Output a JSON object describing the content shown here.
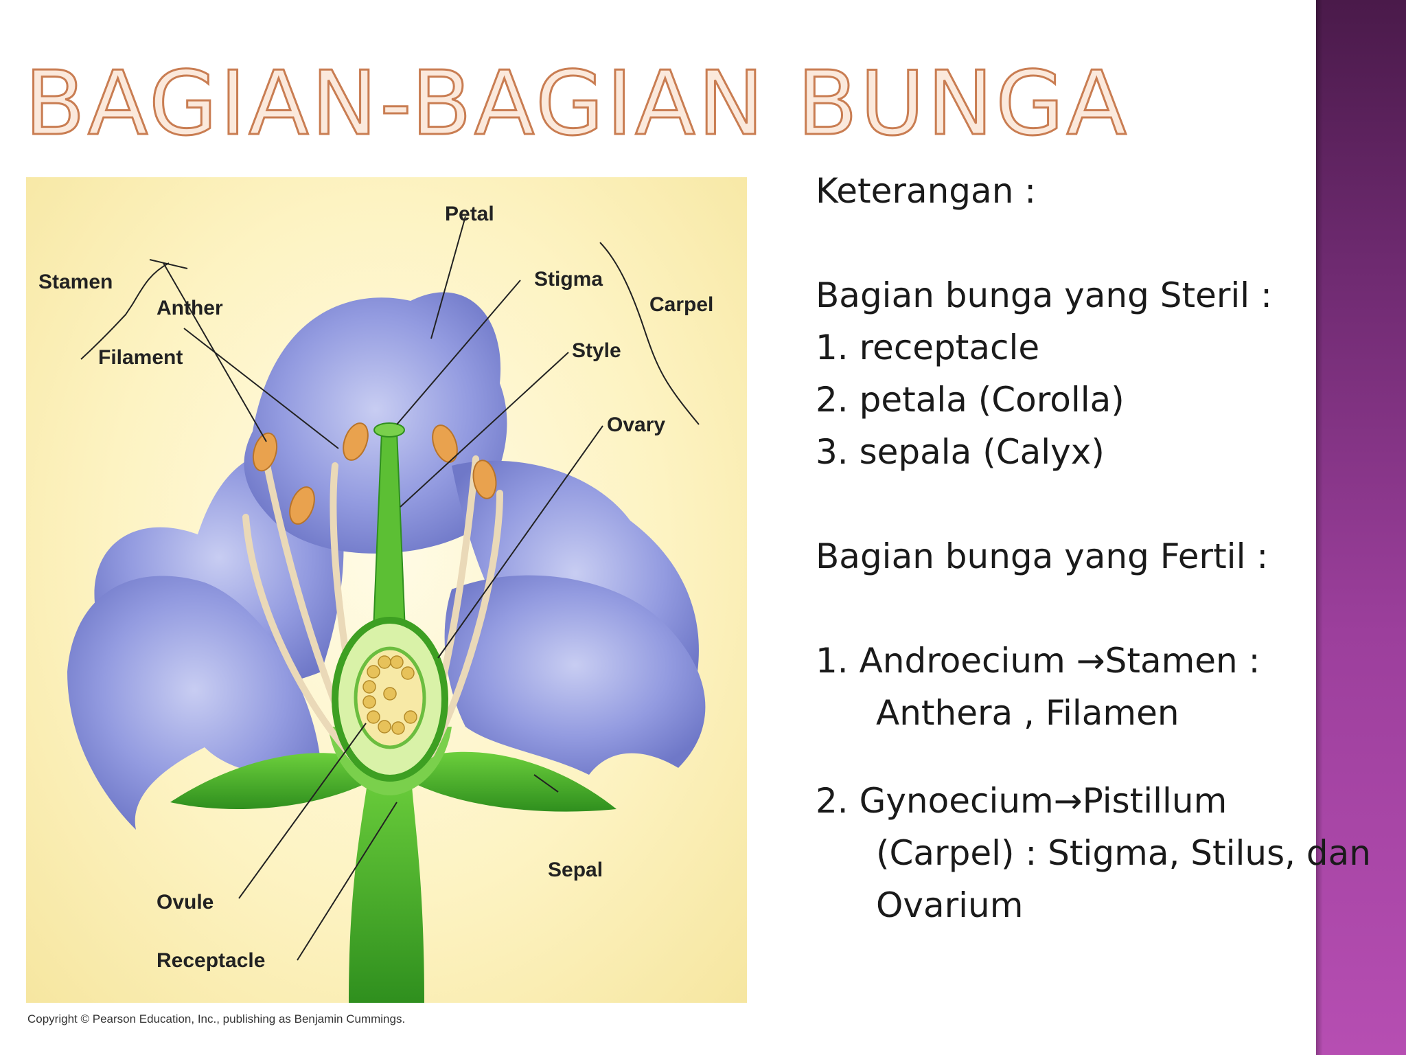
{
  "title": "BAGIAN-BAGIAN BUNGA",
  "diagram": {
    "labels": {
      "petal": "Petal",
      "stamen": "Stamen",
      "anther": "Anther",
      "filament": "Filament",
      "stigma": "Stigma",
      "carpel": "Carpel",
      "style": "Style",
      "ovary": "Ovary",
      "sepal": "Sepal",
      "ovule": "Ovule",
      "receptacle": "Receptacle"
    },
    "copyright": "Copyright © Pearson Education, Inc., publishing as Benjamin Cummings."
  },
  "legend": {
    "heading": "Keterangan :",
    "sterile_heading": "Bagian bunga yang Steril :",
    "sterile_items": [
      "1. receptacle",
      "2. petala (Corolla)",
      "3. sepala (Calyx)"
    ],
    "fertile_heading": "Bagian bunga yang Fertil :",
    "fertile_item_1": "1. Androecium →Stamen :",
    "fertile_item_1_detail": "Anthera , Filamen",
    "fertile_item_2": "2. Gynoecium→Pistillum",
    "fertile_item_2_detail_1": "(Carpel) : Stigma, Stilus, dan",
    "fertile_item_2_detail_2": "Ovarium"
  },
  "colors": {
    "accent": "#9c3f9c",
    "title_outline": "#c97d52",
    "petal": "#8e96d8",
    "leaf": "#4caf2a",
    "anther": "#e9a24e"
  }
}
